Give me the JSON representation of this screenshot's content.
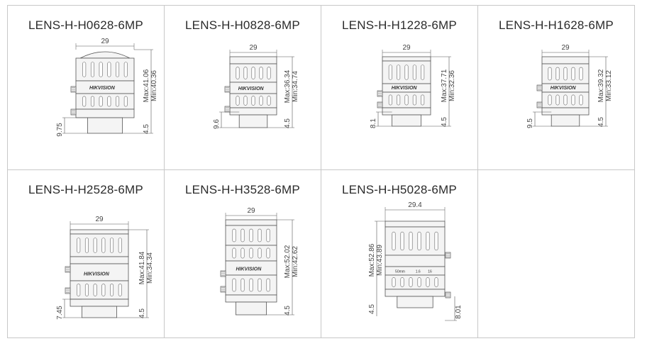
{
  "lenses": [
    {
      "title": "LENS-H-H0628-6MP",
      "width": "29",
      "max": "Max:41.06",
      "min": "Min:40.36",
      "flange": "9.75",
      "mount": "4.5"
    },
    {
      "title": "LENS-H-H0828-6MP",
      "width": "29",
      "max": "Max:36.34",
      "min": "Min:34.74",
      "flange": "9.6",
      "mount": "4.5"
    },
    {
      "title": "LENS-H-H1228-6MP",
      "width": "29",
      "max": "Max:37.71",
      "min": "Min:32.36",
      "flange": "8.1",
      "mount": "4.5"
    },
    {
      "title": "LENS-H-H1628-6MP",
      "width": "29",
      "max": "Max:39.32",
      "min": "Min:33.12",
      "flange": "9.5",
      "mount": "4.5"
    },
    {
      "title": "LENS-H-H2528-6MP",
      "width": "29",
      "max": "Max:41.84",
      "min": "Min:34.34",
      "flange": "7.45",
      "mount": "4.5"
    },
    {
      "title": "LENS-H-H3528-6MP",
      "width": "29",
      "max": "Max:52.02",
      "min": "Min:42.62",
      "flange": "",
      "mount": "4.5"
    },
    {
      "title": "LENS-H-H5028-6MP",
      "width": "29.4",
      "max": "Max:52.86",
      "min": "Min:43.89",
      "flange": "8.01",
      "mount": "4.5"
    }
  ],
  "logo_text": "HIKVISION",
  "h5028_markings": [
    "50mm",
    "1.6",
    "16"
  ]
}
